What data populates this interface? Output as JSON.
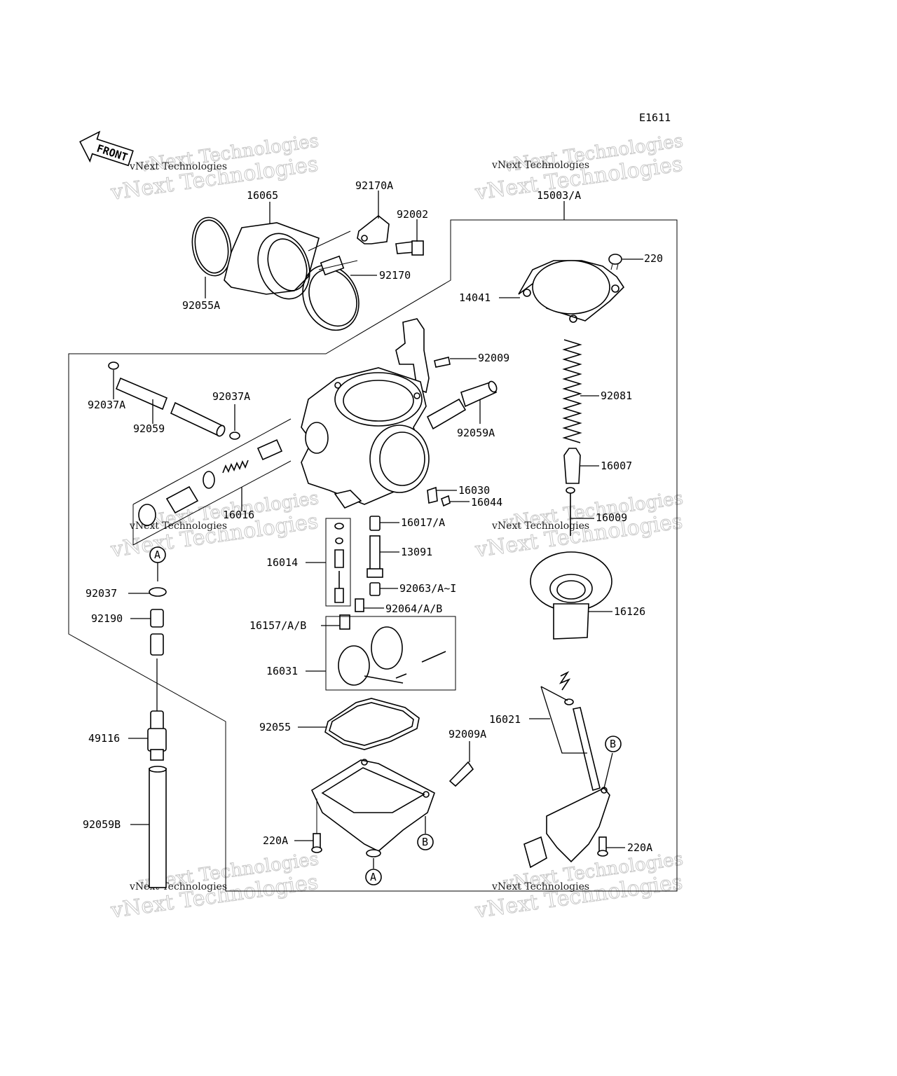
{
  "diagram": {
    "code": "E1611",
    "front_arrow_text": "FRONT",
    "watermark_big": "vNext Technologies",
    "watermark_small": "vNext Technologies",
    "callout_a": "A",
    "callout_b": "B",
    "labels": {
      "p16065": "16065",
      "p92170A": "92170A",
      "p15003A": "15003/A",
      "p92002": "92002",
      "p92170": "92170",
      "p92055A": "92055A",
      "p220": "220",
      "p14041": "14041",
      "p92009": "92009",
      "p92081": "92081",
      "p92037A_left": "92037A",
      "p92059": "92059",
      "p92037A_mid": "92037A",
      "p92059A": "92059A",
      "p16007": "16007",
      "p16030": "16030",
      "p16044": "16044",
      "p16016": "16016",
      "p16017A": "16017/A",
      "p16009": "16009",
      "p13091": "13091",
      "p16014": "16014",
      "p92063": "92063/A~I",
      "p92037": "92037",
      "p92064": "92064/A/B",
      "p16126": "16126",
      "p92190": "92190",
      "p16157": "16157/A/B",
      "p16031": "16031",
      "p16021": "16021",
      "p92055": "92055",
      "p92009A": "92009A",
      "p49116": "49116",
      "p92059B": "92059B",
      "p220A_left": "220A",
      "p220A_right": "220A"
    }
  }
}
